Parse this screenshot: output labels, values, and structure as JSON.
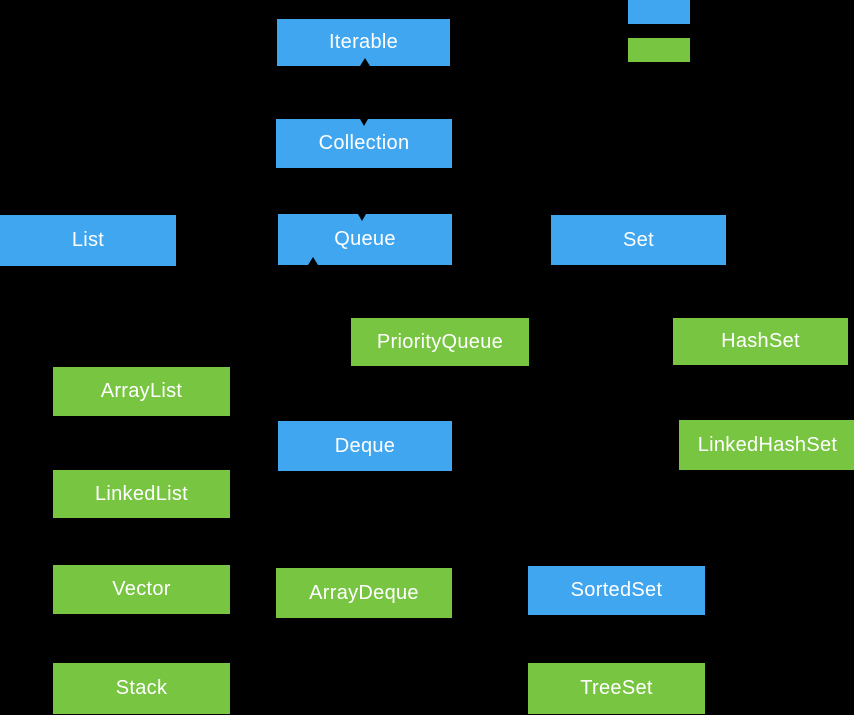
{
  "colors": {
    "blue": "#41A6F0",
    "green": "#78C542",
    "background": "#000000",
    "label_text": "#FFFFFF"
  },
  "legend": {
    "swatches": [
      {
        "name": "blue-swatch",
        "color": "#41A6F0"
      },
      {
        "name": "green-swatch",
        "color": "#78C542"
      }
    ]
  },
  "nodes": {
    "iterable": {
      "label": "Iterable",
      "variant": "blue"
    },
    "collection": {
      "label": "Collection",
      "variant": "blue"
    },
    "list": {
      "label": "List",
      "variant": "blue"
    },
    "queue": {
      "label": "Queue",
      "variant": "blue"
    },
    "set": {
      "label": "Set",
      "variant": "blue"
    },
    "priorityqueue": {
      "label": "PriorityQueue",
      "variant": "green"
    },
    "hashset": {
      "label": "HashSet",
      "variant": "green"
    },
    "arraylist": {
      "label": "ArrayList",
      "variant": "green"
    },
    "deque": {
      "label": "Deque",
      "variant": "blue"
    },
    "linkedhashset": {
      "label": "LinkedHashSet",
      "variant": "green"
    },
    "linkedlist": {
      "label": "LinkedList",
      "variant": "green"
    },
    "vector": {
      "label": "Vector",
      "variant": "green"
    },
    "arraydeque": {
      "label": "ArrayDeque",
      "variant": "green"
    },
    "sortedset": {
      "label": "SortedSet",
      "variant": "blue"
    },
    "stack": {
      "label": "Stack",
      "variant": "green"
    },
    "treeset": {
      "label": "TreeSet",
      "variant": "green"
    }
  }
}
